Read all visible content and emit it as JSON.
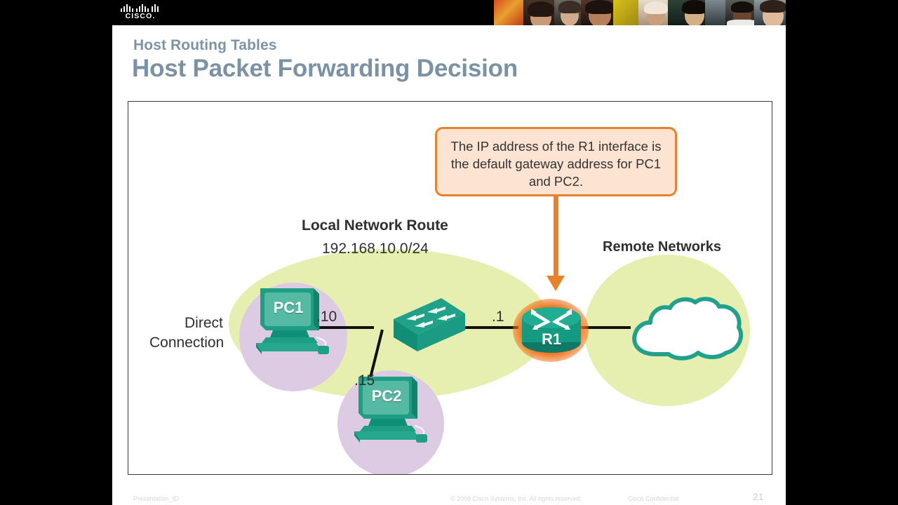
{
  "header": {
    "logo_word": "CISCO.",
    "logo_name": "cisco-logo"
  },
  "slide": {
    "eyebrow": "Host Routing Tables",
    "title": "Host Packet Forwarding Decision"
  },
  "diagram": {
    "callout_text": "The IP address of the R1 interface is the default gateway address for PC1 and PC2.",
    "local_network_label": "Local Network Route",
    "local_network_cidr": "192.168.10.0/24",
    "remote_networks_label": "Remote Networks",
    "direct_connection_line1": "Direct",
    "direct_connection_line2": "Connection",
    "pc1_name": "PC1",
    "pc1_octet": ".10",
    "pc2_name": "PC2",
    "pc2_octet": ".15",
    "router_name": "R1",
    "router_octet": ".1",
    "colors": {
      "accent_orange": "#e8822a",
      "device_teal": "#1f9e86",
      "ellipse_green": "#e6efb0",
      "circle_lavender": "#ddcbe4",
      "title_slate": "#7b92a5"
    }
  },
  "footer": {
    "presentation_id": "Presentation_ID",
    "copyright": "© 2008 Cisco Systems, Inc. All rights reserved.",
    "confidential": "Cisco Confidential",
    "page_number": "21"
  }
}
